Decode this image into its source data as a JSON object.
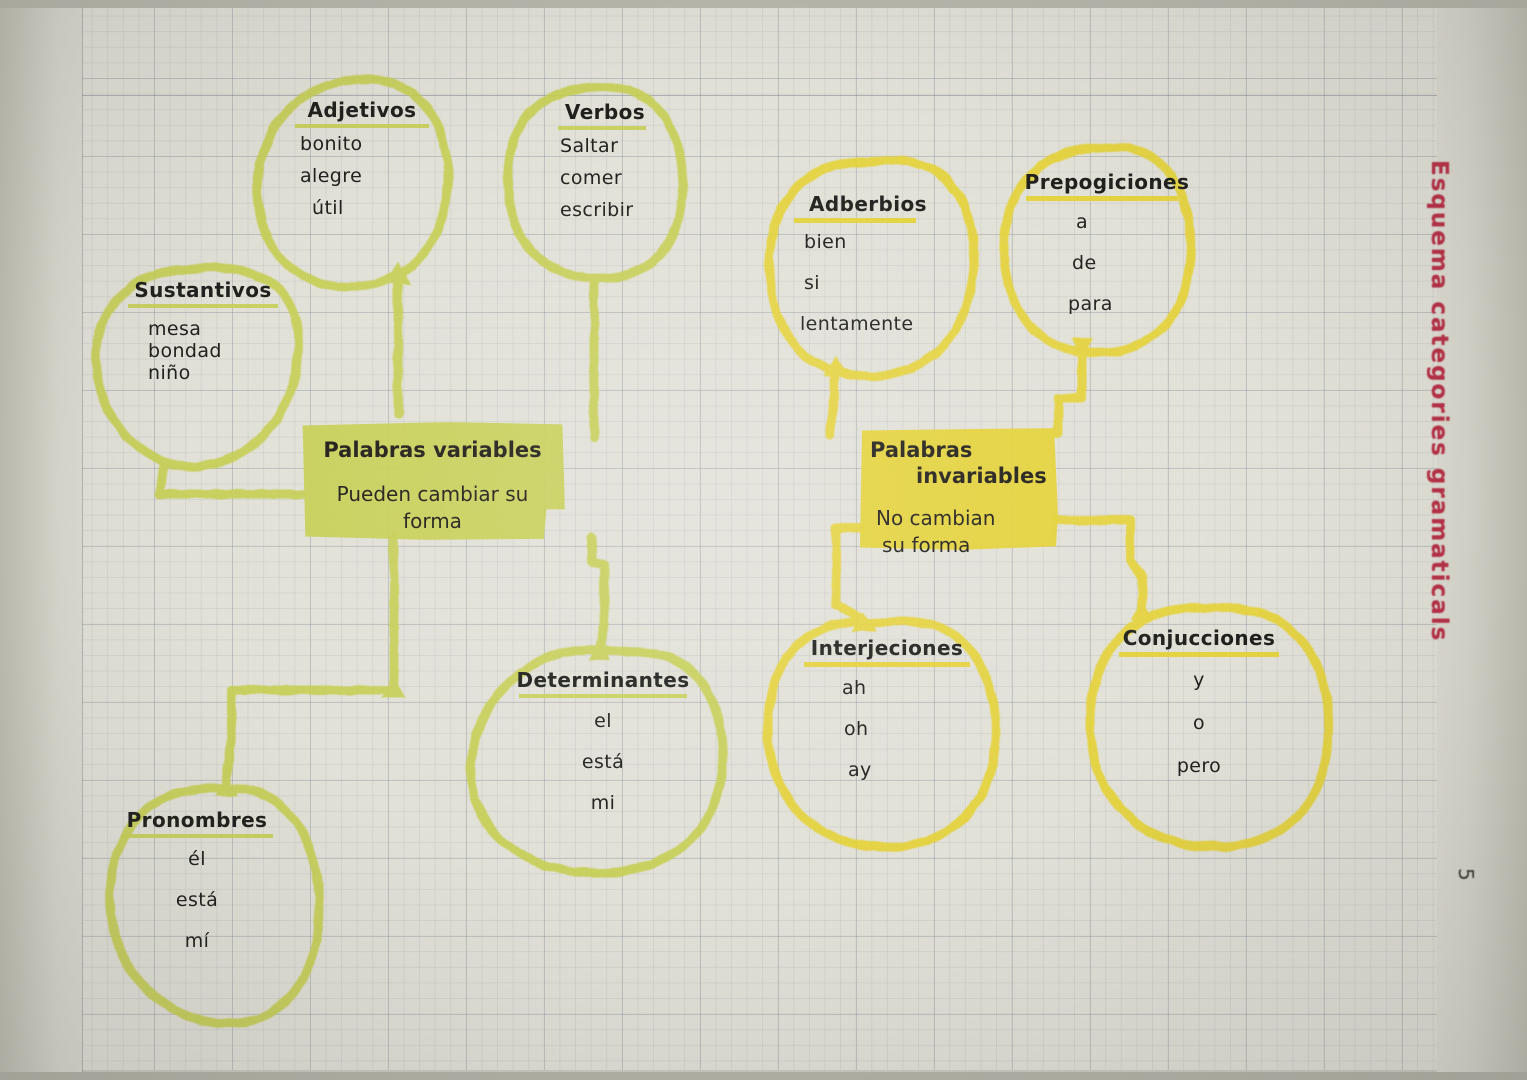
{
  "meta": {
    "side_note": "Esquema categories gramaticals",
    "page_number": "5",
    "colors": {
      "green_highlighter": "#c6cf55",
      "yellow_highlighter": "#e4d238",
      "ink": "#20201d",
      "red_pen": "#b83047",
      "paper": "#e2e1d8"
    }
  },
  "central": {
    "variables": {
      "title": "Palabras variables",
      "subtitle_line1": "Pueden cambiar su",
      "subtitle_line2": "forma",
      "color": "green"
    },
    "invariables": {
      "title_line1": "Palabras",
      "title_line2": "invariables",
      "subtitle_line1": "No  cambian",
      "subtitle_line2": "su forma",
      "color": "yellow"
    }
  },
  "nodes": [
    {
      "id": "sustantivos",
      "title": "Sustantivos",
      "items": [
        "mesa",
        "bondad",
        "niño"
      ],
      "color": "green",
      "group": "variables"
    },
    {
      "id": "adjetivos",
      "title": "Adjetivos",
      "items": [
        "bonito",
        "alegre",
        "útil"
      ],
      "color": "green",
      "group": "variables"
    },
    {
      "id": "verbos",
      "title": "Verbos",
      "items": [
        "Saltar",
        "comer",
        "escribir"
      ],
      "color": "green",
      "group": "variables"
    },
    {
      "id": "determinantes",
      "title": "Determinantes",
      "items": [
        "el",
        "está",
        "mi"
      ],
      "color": "green",
      "group": "variables"
    },
    {
      "id": "pronombres",
      "title": "Pronombres",
      "items": [
        "él",
        "está",
        "mí"
      ],
      "color": "green",
      "group": "variables"
    },
    {
      "id": "adverbios",
      "title": "Adberbios",
      "items": [
        "bien",
        "si",
        "lentamente"
      ],
      "color": "yellow",
      "group": "invariables"
    },
    {
      "id": "preposiciones",
      "title": "Prepogiciones",
      "items": [
        "a",
        "de",
        "para"
      ],
      "color": "yellow",
      "group": "invariables"
    },
    {
      "id": "interjecciones",
      "title": "Interjeciones",
      "items": [
        "ah",
        "oh",
        "ay"
      ],
      "color": "yellow",
      "group": "invariables"
    },
    {
      "id": "conjunciones",
      "title": "Conjucciones",
      "items": [
        "y",
        "o",
        "pero"
      ],
      "color": "yellow",
      "group": "invariables"
    }
  ]
}
